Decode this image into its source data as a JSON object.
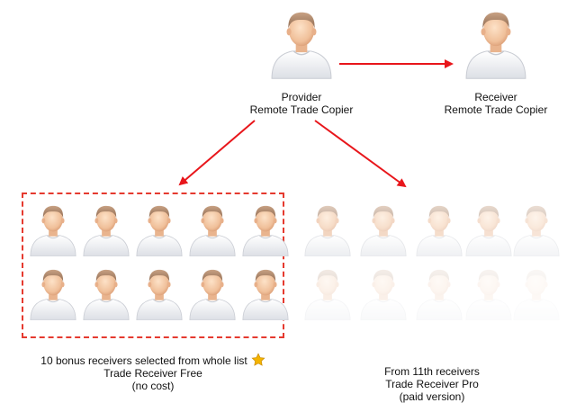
{
  "colors": {
    "arrow": "#e8161b",
    "dash_box": "#e53a2f",
    "star": "#f4b400"
  },
  "provider": {
    "line1": "Provider",
    "line2": "Remote Trade Copier"
  },
  "receiver": {
    "line1": "Receiver",
    "line2": "Remote Trade Copier"
  },
  "free_group": {
    "line1": "10 bonus receivers selected from whole list",
    "line2": "Trade Receiver Free",
    "line3": "(no cost)",
    "icon": "star-icon"
  },
  "pro_group": {
    "line1": "From 11th receivers",
    "line2": "Trade Receiver Pro",
    "line3": "(paid version)"
  },
  "person_icon": "user-avatar-icon"
}
